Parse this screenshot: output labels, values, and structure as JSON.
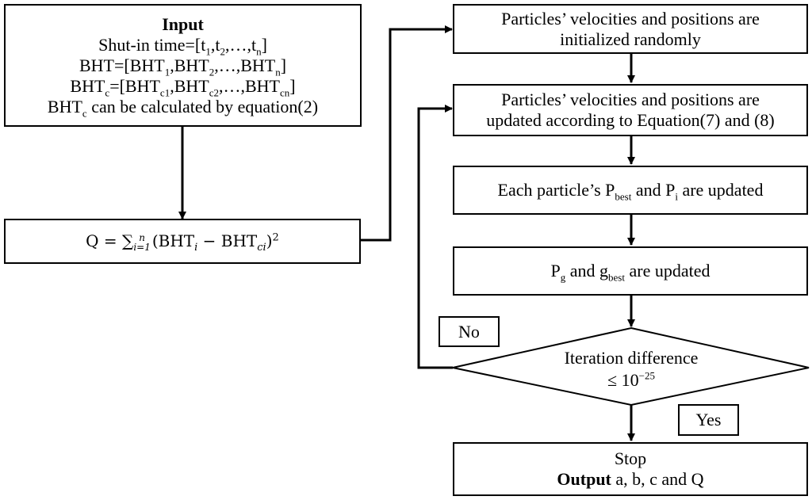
{
  "input_box": {
    "title": "Input",
    "shutin_prefix": "Shut-in time=[t",
    "shutin_sub1": "1",
    "shutin_mid1": ",t",
    "shutin_sub2": "2",
    "shutin_mid2": ",…,t",
    "shutin_subn": "n",
    "shutin_suffix": "]",
    "bht_prefix": "BHT=[BHT",
    "bht_sub1": "1",
    "bht_mid1": ",BHT",
    "bht_sub2": "2",
    "bht_mid2": ",…,BHT",
    "bht_subn": "n",
    "bht_suffix": "]",
    "bhtc_prefix": "BHT",
    "bhtc_sub": "c",
    "bhtc_mid0": "=[BHT",
    "bhtc_sub1": "c1",
    "bhtc_mid1": ",BHT",
    "bhtc_sub2": "c2",
    "bhtc_mid2": ",…,BHT",
    "bhtc_subn": "cn",
    "bhtc_suffix": "]",
    "calc_prefix": "BHT",
    "calc_sub": "c",
    "calc_suffix": " can be calculated by equation(2)"
  },
  "objective_box": {
    "lhs": "Q = ∑",
    "sum_upper": "n",
    "sum_lower": "i=1",
    "open": "(BHT",
    "sub_i": "i",
    "minus": " − BHT",
    "sub_ci": "ci",
    "close": ")",
    "power": "2"
  },
  "init_box": {
    "line1": "Particles’ velocities and positions are",
    "line2": "initialized  randomly"
  },
  "update_box": {
    "line1": "Particles’ velocities and positions are",
    "line2": "updated according to Equation(7) and (8)"
  },
  "pbest_box": {
    "prefix": "Each particle’s  P",
    "sub_best": "best",
    "mid": " and P",
    "sub_i": "i",
    "suffix": " are updated"
  },
  "gbest_box": {
    "p": "P",
    "sub_g": "g",
    "mid": " and g",
    "sub_best": "best",
    "suffix": " are updated"
  },
  "decision": {
    "line1": "Iteration difference",
    "line2_prefix": "≤ 10",
    "line2_exp": "−25"
  },
  "labels": {
    "no": "No",
    "yes": "Yes"
  },
  "stop_box": {
    "line1": "Stop",
    "output_bold": "Output",
    "output_rest": " a, b, c and Q"
  }
}
